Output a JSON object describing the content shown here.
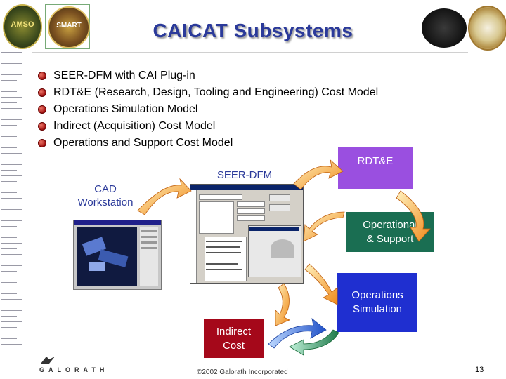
{
  "title": "CAICAT Subsystems",
  "bullets": [
    "SEER-DFM with CAI Plug-in",
    "RDT&E (Research, Design, Tooling and Engineering) Cost Model",
    "Operations Simulation Model",
    "Indirect (Acquisition) Cost Model",
    "Operations and Support Cost Model"
  ],
  "diagram": {
    "cad_label": "CAD\nWorkstation",
    "seer_label": "SEER-DFM",
    "rdte_label": "RDT&E",
    "os_label": "Operational\n& Support",
    "sim_label": "Operations\nSimulation",
    "indirect_label": "Indirect\nCost"
  },
  "logos": {
    "amso": "AMSO",
    "smart": "SMART",
    "galorath": "GALORATH"
  },
  "footer": {
    "copyright": "©2002 Galorath Incorporated",
    "page": "13"
  },
  "colors": {
    "title": "#2b3a9a",
    "rdte_box": "#9a4fe0",
    "os_box": "#1a6e52",
    "sim_box": "#1f2fd0",
    "indirect_box": "#a5081a",
    "arrow_orange": "#f4a23a",
    "arrow_blue": "#2a62d8",
    "arrow_green": "#2f8a5a"
  }
}
